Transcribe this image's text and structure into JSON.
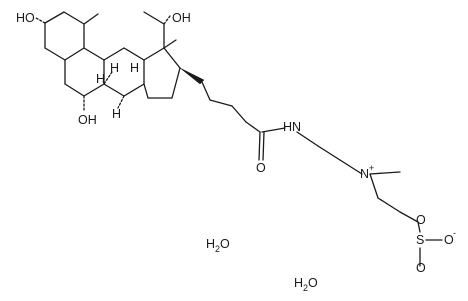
{
  "atom_labels": {
    "oh_c3": "HO",
    "oh_c7": "OH",
    "oh_c12": "OH",
    "h_c5": "H",
    "h_c8": "H",
    "h_c9": "H",
    "h_c14": "H",
    "amide_o": "O",
    "amide_nh": "H",
    "amide_n": "N",
    "ammonium_n": "N",
    "ammonium_charge": "+",
    "sulfonate_s": "S",
    "sulfonate_o_top": "O",
    "sulfonate_o_bottom": "O",
    "sulfonate_o_minus": "O",
    "sulfonate_charge": "-"
  },
  "hydrates": [
    {
      "pre": "H",
      "sub": "2",
      "post": "O"
    },
    {
      "pre": "H",
      "sub": "2",
      "post": "O"
    }
  ]
}
